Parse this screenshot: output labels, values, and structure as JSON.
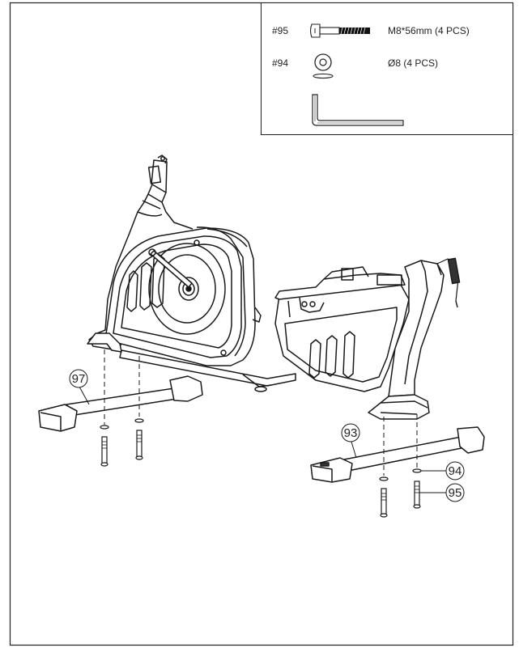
{
  "parts_box": {
    "items": [
      {
        "code": "#95",
        "spec": "M8*56mm (4 PCS)",
        "icon": "bolt-icon"
      },
      {
        "code": "#94",
        "spec": "Ø8 (4 PCS)",
        "icon": "washer-icon"
      }
    ],
    "tool_icon": "allen-key-icon"
  },
  "callouts": {
    "rear_stabilizer": "97",
    "front_stabilizer": "93",
    "washer": "94",
    "bolt": "95"
  }
}
